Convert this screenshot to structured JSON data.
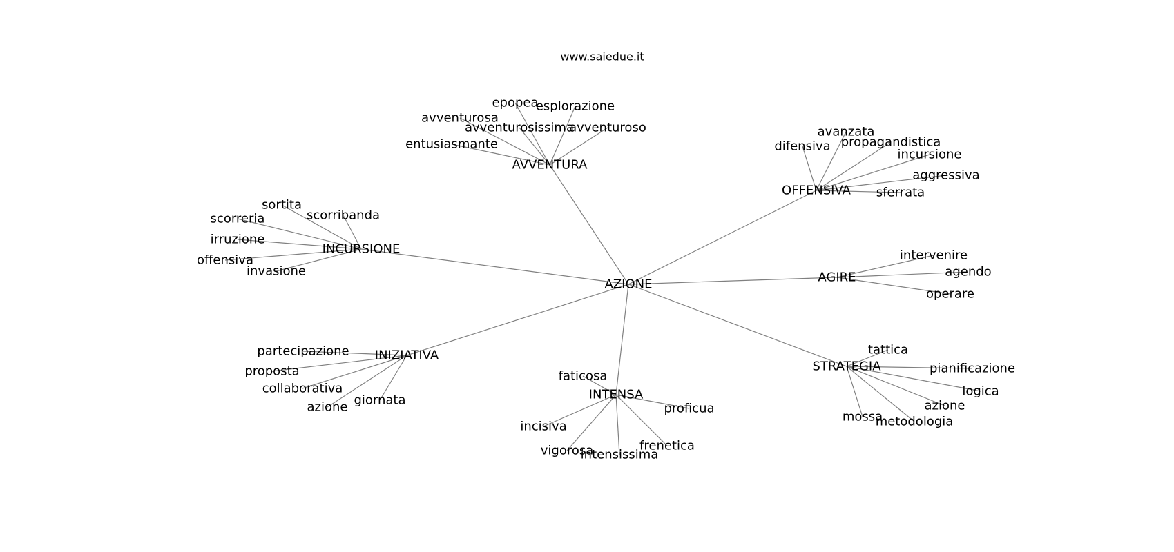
{
  "site_title": "www.saiedue.it",
  "root": "AZIONE",
  "groups": [
    {
      "label": "AVVENTURA",
      "children": [
        "epopea",
        "esplorazione",
        "avventurosa",
        "avventurosissima",
        "avventuroso",
        "entusiasmante"
      ]
    },
    {
      "label": "OFFENSIVA",
      "children": [
        "avanzata",
        "difensiva",
        "propagandistica",
        "incursione",
        "aggressiva",
        "sferrata"
      ]
    },
    {
      "label": "INCURSIONE",
      "children": [
        "sortita",
        "scorribanda",
        "scorreria",
        "irruzione",
        "offensiva",
        "invasione"
      ]
    },
    {
      "label": "AGIRE",
      "children": [
        "intervenire",
        "agendo",
        "operare"
      ]
    },
    {
      "label": "INIZIATIVA",
      "children": [
        "partecipazione",
        "proposta",
        "collaborativa",
        "azione",
        "giornata"
      ]
    },
    {
      "label": "INTENSA",
      "children": [
        "faticosa",
        "proficua",
        "incisiva",
        "frenetica",
        "vigorosa",
        "intensissima"
      ]
    },
    {
      "label": "STRATEGIA",
      "children": [
        "tattica",
        "pianificazione",
        "logica",
        "azione",
        "mossa",
        "metodologia"
      ]
    }
  ]
}
